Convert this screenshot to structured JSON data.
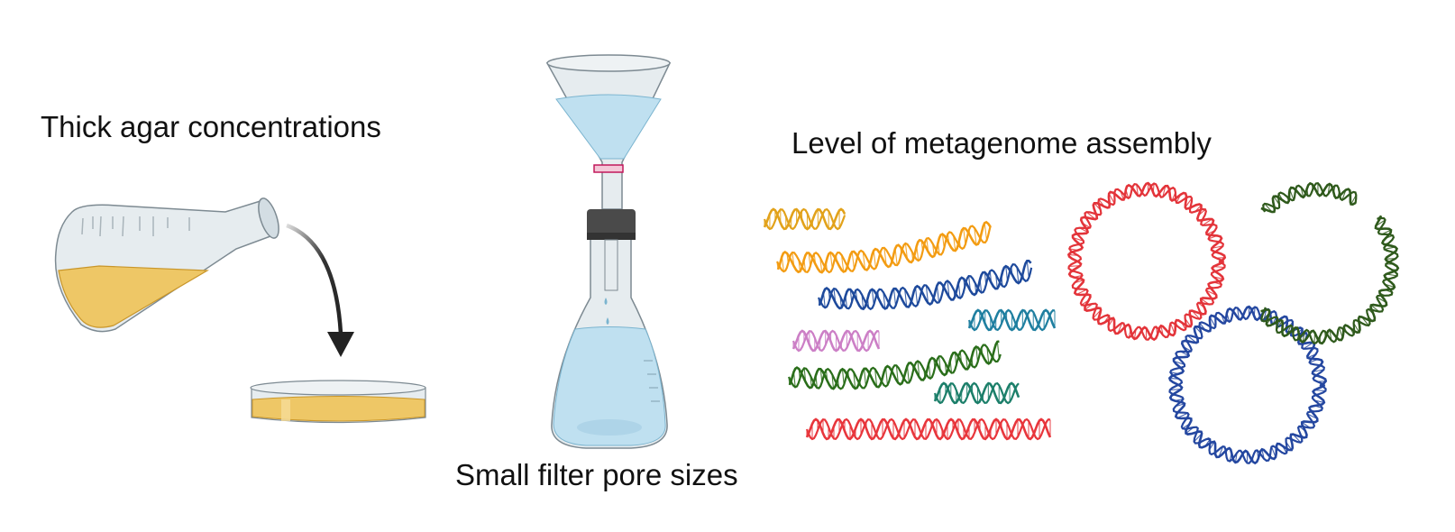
{
  "labels": {
    "agar": "Thick agar concentrations",
    "filter": "Small filter pore sizes",
    "assembly": "Level of metagenome assembly"
  },
  "colors": {
    "agar": "#eec766",
    "glass": "#e6ecef",
    "water": "#bfe0f0",
    "arrow": "#222222",
    "stopper": "#4a4a4a",
    "ring": "#c2185b"
  },
  "dna_colors": {
    "gold": "#e2a21a",
    "orange": "#f39c12",
    "blue": "#1e4a9c",
    "teal": "#1f7fa0",
    "pink": "#cc7fc6",
    "green": "#2a6e1a",
    "teal_green": "#1c7f6a",
    "red": "#e8363c",
    "circle_red": "#e3343a",
    "circle_blue": "#2447a0",
    "dark_green": "#2f5a1c"
  }
}
